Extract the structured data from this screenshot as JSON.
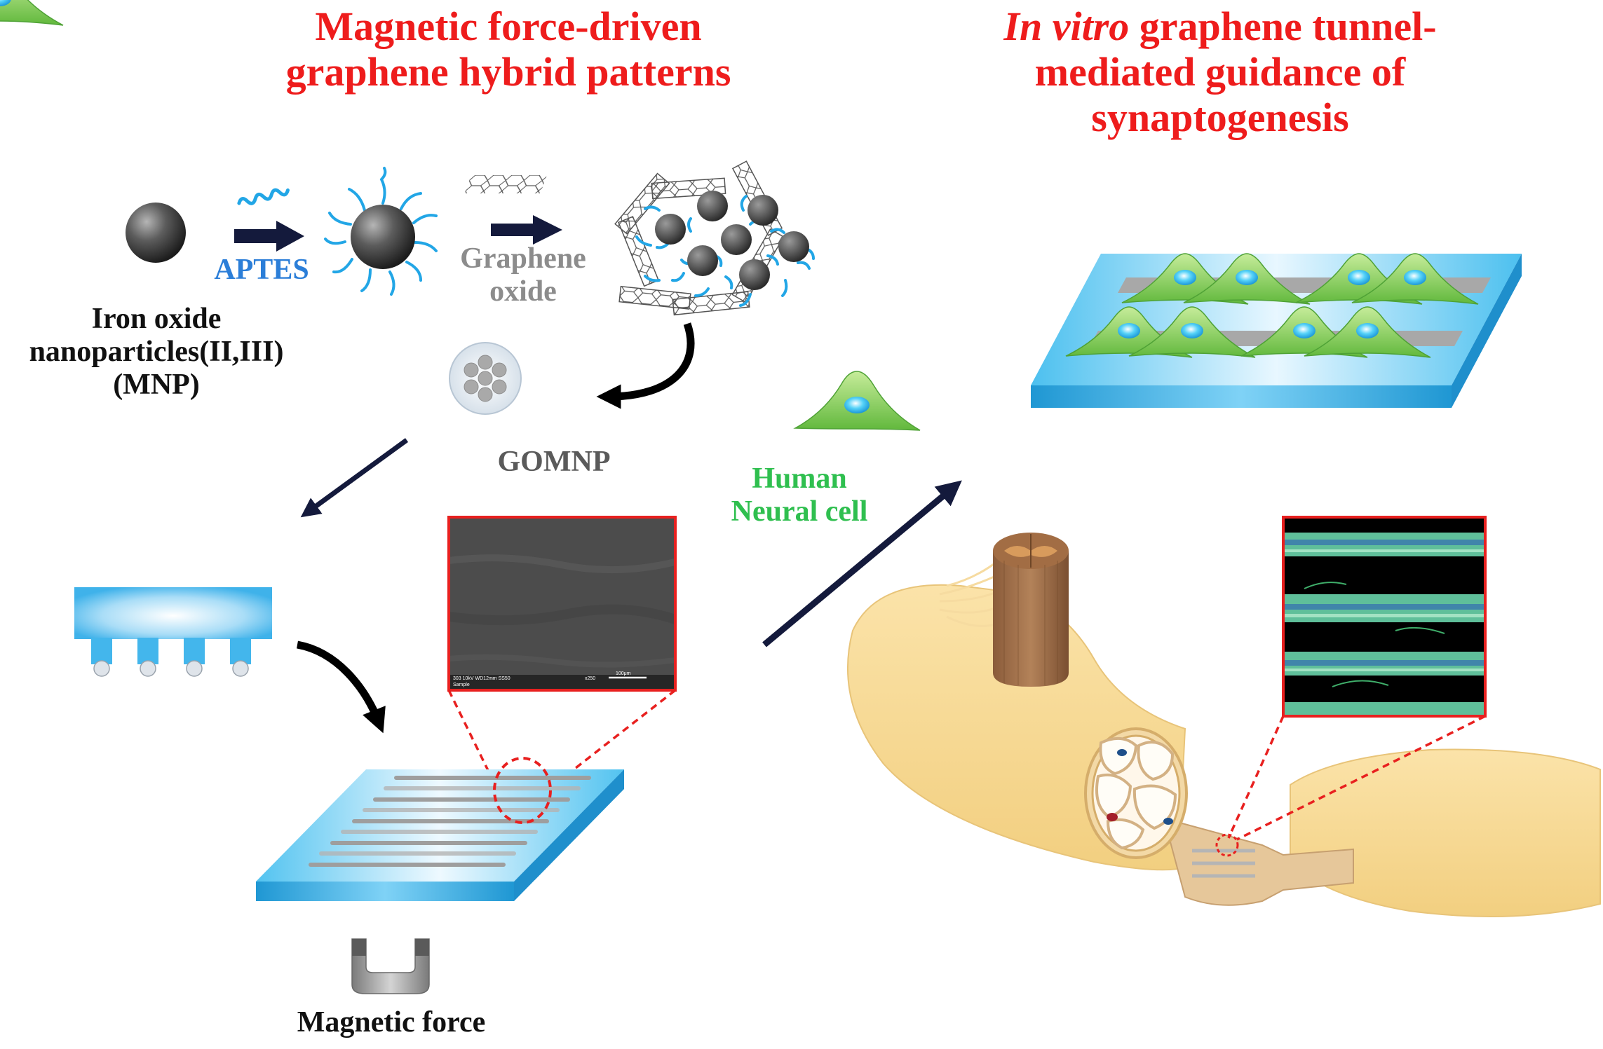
{
  "titles": {
    "left_line1": "Magnetic force-driven",
    "left_line2": "graphene hybrid patterns",
    "right_italic": "In vitro",
    "right_line1_rest": " graphene tunnel-",
    "right_line2": "mediated guidance of",
    "right_line3": "synaptogenesis"
  },
  "labels": {
    "aptes": "APTES",
    "graphene_oxide_line1": "Graphene",
    "graphene_oxide_line2": "oxide",
    "mnp_line1": "Iron oxide",
    "mnp_line2": "nanoparticles(II,III)",
    "mnp_line3": "(MNP)",
    "gomnp": "GOMNP",
    "human_neural_line1": "Human",
    "human_neural_line2": "Neural cell",
    "magnetic_force": "Magnetic force",
    "sem_caption_left": "303  10kV  WD12mm SS50",
    "sem_caption_mid": "x250",
    "sem_caption_right": "100μm",
    "sem_caption_bottom": "Sample"
  },
  "colors": {
    "title_red": "#ee1c1c",
    "aptes_blue": "#2b7ed8",
    "graphene_gray": "#8c8c8c",
    "neural_green": "#2fbf4f",
    "arrow_navy": "#141a3c",
    "substrate_blue": "#35b6ea",
    "highlight_red": "#e8201f"
  }
}
